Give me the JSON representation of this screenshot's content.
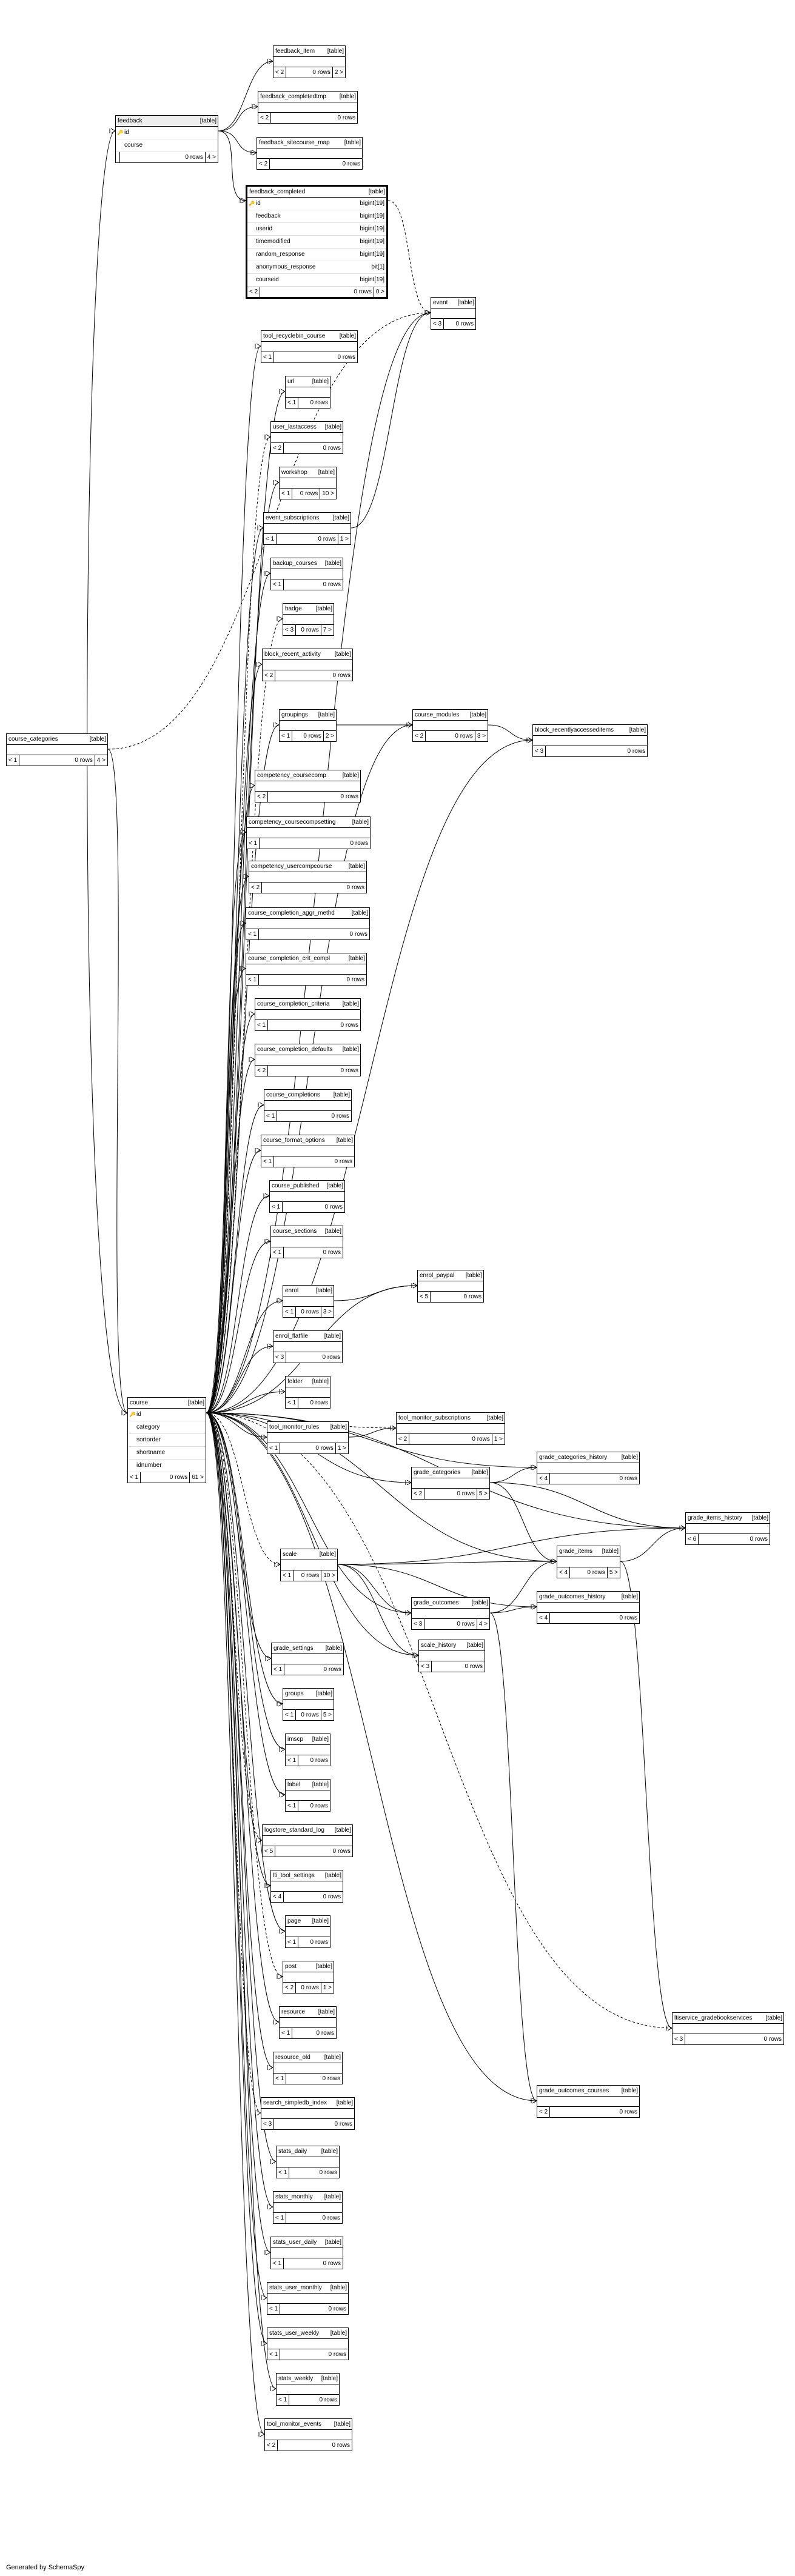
{
  "footer_text": "Generated by SchemaSpy",
  "table_tag": "[table]",
  "tables": {
    "course_categories": {
      "name": "course_categories",
      "parents": "< 1",
      "rows": "0 rows",
      "children": "4 >"
    },
    "feedback": {
      "name": "feedback",
      "parents": "",
      "rows": "0 rows",
      "children": "4 >",
      "columns": [
        {
          "name": "id",
          "key": true
        },
        {
          "name": "course",
          "key": false
        }
      ]
    },
    "feedback_item": {
      "name": "feedback_item",
      "parents": "< 2",
      "rows": "0 rows",
      "children": "2 >"
    },
    "feedback_completedtmp": {
      "name": "feedback_completedtmp",
      "parents": "< 2",
      "rows": "0 rows",
      "children": ""
    },
    "feedback_sitecourse_map": {
      "name": "feedback_sitecourse_map",
      "parents": "< 2",
      "rows": "0 rows",
      "children": ""
    },
    "feedback_completed": {
      "name": "feedback_completed",
      "parents": "< 2",
      "rows": "0 rows",
      "children": "0 >",
      "columns": [
        {
          "name": "id",
          "key": true,
          "type": "bigint[19]"
        },
        {
          "name": "feedback",
          "key": false,
          "type": "bigint[19]"
        },
        {
          "name": "userid",
          "key": false,
          "type": "bigint[19]"
        },
        {
          "name": "timemodified",
          "key": false,
          "type": "bigint[19]"
        },
        {
          "name": "random_response",
          "key": false,
          "type": "bigint[19]"
        },
        {
          "name": "anonymous_response",
          "key": false,
          "type": "bit[1]"
        },
        {
          "name": "courseid",
          "key": false,
          "type": "bigint[19]"
        }
      ]
    },
    "event": {
      "name": "event",
      "parents": "< 3",
      "rows": "0 rows",
      "children": ""
    },
    "tool_recyclebin_course": {
      "name": "tool_recyclebin_course",
      "parents": "< 1",
      "rows": "0 rows",
      "children": ""
    },
    "url": {
      "name": "url",
      "parents": "< 1",
      "rows": "0 rows",
      "children": ""
    },
    "user_lastaccess": {
      "name": "user_lastaccess",
      "parents": "< 2",
      "rows": "0 rows",
      "children": ""
    },
    "workshop": {
      "name": "workshop",
      "parents": "< 1",
      "rows": "0 rows",
      "children": "10 >"
    },
    "event_subscriptions": {
      "name": "event_subscriptions",
      "parents": "< 1",
      "rows": "0 rows",
      "children": "1 >"
    },
    "backup_courses": {
      "name": "backup_courses",
      "parents": "< 1",
      "rows": "0 rows",
      "children": ""
    },
    "badge": {
      "name": "badge",
      "parents": "< 3",
      "rows": "0 rows",
      "children": "7 >"
    },
    "block_recent_activity": {
      "name": "block_recent_activity",
      "parents": "< 2",
      "rows": "0 rows",
      "children": ""
    },
    "groupings": {
      "name": "groupings",
      "parents": "< 1",
      "rows": "0 rows",
      "children": "2 >"
    },
    "course_modules": {
      "name": "course_modules",
      "parents": "< 2",
      "rows": "0 rows",
      "children": "3 >"
    },
    "block_recentlyaccesseditems": {
      "name": "block_recentlyaccesseditems",
      "parents": "< 3",
      "rows": "0 rows",
      "children": ""
    },
    "competency_coursecomp": {
      "name": "competency_coursecomp",
      "parents": "< 2",
      "rows": "0 rows",
      "children": ""
    },
    "competency_coursecompsetting": {
      "name": "competency_coursecompsetting",
      "parents": "< 1",
      "rows": "0 rows",
      "children": ""
    },
    "competency_usercompcourse": {
      "name": "competency_usercompcourse",
      "parents": "< 2",
      "rows": "0 rows",
      "children": ""
    },
    "course_completion_aggr_methd": {
      "name": "course_completion_aggr_methd",
      "parents": "< 1",
      "rows": "0 rows",
      "children": ""
    },
    "course_completion_crit_compl": {
      "name": "course_completion_crit_compl",
      "parents": "< 1",
      "rows": "0 rows",
      "children": ""
    },
    "course_completion_criteria": {
      "name": "course_completion_criteria",
      "parents": "< 1",
      "rows": "0 rows",
      "children": ""
    },
    "course_completion_defaults": {
      "name": "course_completion_defaults",
      "parents": "< 2",
      "rows": "0 rows",
      "children": ""
    },
    "course_completions": {
      "name": "course_completions",
      "parents": "< 1",
      "rows": "0 rows",
      "children": ""
    },
    "course_format_options": {
      "name": "course_format_options",
      "parents": "< 1",
      "rows": "0 rows",
      "children": ""
    },
    "course_published": {
      "name": "course_published",
      "parents": "< 1",
      "rows": "0 rows",
      "children": ""
    },
    "course_sections": {
      "name": "course_sections",
      "parents": "< 1",
      "rows": "0 rows",
      "children": ""
    },
    "enrol_paypal": {
      "name": "enrol_paypal",
      "parents": "< 5",
      "rows": "0 rows",
      "children": ""
    },
    "enrol": {
      "name": "enrol",
      "parents": "< 1",
      "rows": "0 rows",
      "children": "3 >"
    },
    "enrol_flatfile": {
      "name": "enrol_flatfile",
      "parents": "< 3",
      "rows": "0 rows",
      "children": ""
    },
    "course": {
      "name": "course",
      "parents": "< 1",
      "rows": "0 rows",
      "children": "61 >",
      "columns": [
        {
          "name": "id",
          "key": true
        },
        {
          "name": "category",
          "key": false
        },
        {
          "name": "sortorder",
          "key": false
        },
        {
          "name": "shortname",
          "key": false
        },
        {
          "name": "idnumber",
          "key": false
        }
      ]
    },
    "folder": {
      "name": "folder",
      "parents": "< 1",
      "rows": "0 rows",
      "children": ""
    },
    "tool_monitor_rules": {
      "name": "tool_monitor_rules",
      "parents": "< 1",
      "rows": "0 rows",
      "children": "1 >"
    },
    "tool_monitor_subscriptions": {
      "name": "tool_monitor_subscriptions",
      "parents": "< 2",
      "rows": "0 rows",
      "children": "1 >"
    },
    "grade_categories": {
      "name": "grade_categories",
      "parents": "< 2",
      "rows": "0 rows",
      "children": "5 >"
    },
    "grade_categories_history": {
      "name": "grade_categories_history",
      "parents": "< 4",
      "rows": "0 rows",
      "children": ""
    },
    "grade_items_history": {
      "name": "grade_items_history",
      "parents": "< 6",
      "rows": "0 rows",
      "children": ""
    },
    "scale": {
      "name": "scale",
      "parents": "< 1",
      "rows": "0 rows",
      "children": "10 >"
    },
    "grade_items": {
      "name": "grade_items",
      "parents": "< 4",
      "rows": "0 rows",
      "children": "5 >"
    },
    "grade_outcomes": {
      "name": "grade_outcomes",
      "parents": "< 3",
      "rows": "0 rows",
      "children": "4 >"
    },
    "grade_outcomes_history": {
      "name": "grade_outcomes_history",
      "parents": "< 4",
      "rows": "0 rows",
      "children": ""
    },
    "scale_history": {
      "name": "scale_history",
      "parents": "< 3",
      "rows": "0 rows",
      "children": ""
    },
    "grade_settings": {
      "name": "grade_settings",
      "parents": "< 1",
      "rows": "0 rows",
      "children": ""
    },
    "groups": {
      "name": "groups",
      "parents": "< 1",
      "rows": "0 rows",
      "children": "5 >"
    },
    "imscp": {
      "name": "imscp",
      "parents": "< 1",
      "rows": "0 rows",
      "children": ""
    },
    "label": {
      "name": "label",
      "parents": "< 1",
      "rows": "0 rows",
      "children": ""
    },
    "logstore_standard_log": {
      "name": "logstore_standard_log",
      "parents": "< 5",
      "rows": "0 rows",
      "children": ""
    },
    "lti_tool_settings": {
      "name": "lti_tool_settings",
      "parents": "< 4",
      "rows": "0 rows",
      "children": ""
    },
    "page": {
      "name": "page",
      "parents": "< 1",
      "rows": "0 rows",
      "children": ""
    },
    "post": {
      "name": "post",
      "parents": "< 2",
      "rows": "0 rows",
      "children": "1 >"
    },
    "resource": {
      "name": "resource",
      "parents": "< 1",
      "rows": "0 rows",
      "children": ""
    },
    "resource_old": {
      "name": "resource_old",
      "parents": "< 1",
      "rows": "0 rows",
      "children": ""
    },
    "ltiservice_gradebookservices": {
      "name": "ltiservice_gradebookservices",
      "parents": "< 3",
      "rows": "0 rows",
      "children": ""
    },
    "grade_outcomes_courses": {
      "name": "grade_outcomes_courses",
      "parents": "< 2",
      "rows": "0 rows",
      "children": ""
    },
    "search_simpledb_index": {
      "name": "search_simpledb_index",
      "parents": "< 3",
      "rows": "0 rows",
      "children": ""
    },
    "stats_daily": {
      "name": "stats_daily",
      "parents": "< 1",
      "rows": "0 rows",
      "children": ""
    },
    "stats_monthly": {
      "name": "stats_monthly",
      "parents": "< 1",
      "rows": "0 rows",
      "children": ""
    },
    "stats_user_daily": {
      "name": "stats_user_daily",
      "parents": "< 1",
      "rows": "0 rows",
      "children": ""
    },
    "stats_user_monthly": {
      "name": "stats_user_monthly",
      "parents": "< 1",
      "rows": "0 rows",
      "children": ""
    },
    "stats_user_weekly": {
      "name": "stats_user_weekly",
      "parents": "< 1",
      "rows": "0 rows",
      "children": ""
    },
    "stats_weekly": {
      "name": "stats_weekly",
      "parents": "< 1",
      "rows": "0 rows",
      "children": ""
    },
    "tool_monitor_events": {
      "name": "tool_monitor_events",
      "parents": "< 2",
      "rows": "0 rows",
      "children": ""
    }
  },
  "relationships": [
    {
      "from": "course_categories",
      "to": "course",
      "implied": false
    },
    {
      "from": "course_categories",
      "to": "event",
      "implied": true
    },
    {
      "from": "feedback",
      "to": "feedback_item",
      "implied": false
    },
    {
      "from": "feedback",
      "to": "feedback_completedtmp",
      "implied": false
    },
    {
      "from": "feedback",
      "to": "feedback_sitecourse_map",
      "implied": false
    },
    {
      "from": "feedback",
      "to": "feedback_completed",
      "implied": false
    },
    {
      "from": "feedback_completed",
      "to": "event",
      "implied": true
    },
    {
      "from": "course",
      "to": "event",
      "implied": false
    },
    {
      "from": "course",
      "to": "feedback",
      "implied": false
    },
    {
      "from": "course",
      "to": "tool_recyclebin_course",
      "implied": false
    },
    {
      "from": "course",
      "to": "url",
      "implied": false
    },
    {
      "from": "course",
      "to": "user_lastaccess",
      "implied": true
    },
    {
      "from": "course",
      "to": "workshop",
      "implied": false
    },
    {
      "from": "course",
      "to": "event_subscriptions",
      "implied": false
    },
    {
      "from": "course",
      "to": "backup_courses",
      "implied": false
    },
    {
      "from": "course",
      "to": "badge",
      "implied": true
    },
    {
      "from": "course",
      "to": "block_recent_activity",
      "implied": false
    },
    {
      "from": "course",
      "to": "groupings",
      "implied": false
    },
    {
      "from": "course",
      "to": "course_modules",
      "implied": false
    },
    {
      "from": "course",
      "to": "block_recentlyaccesseditems",
      "implied": false
    },
    {
      "from": "course",
      "to": "competency_coursecomp",
      "implied": false
    },
    {
      "from": "course",
      "to": "competency_coursecompsetting",
      "implied": false
    },
    {
      "from": "course",
      "to": "competency_usercompcourse",
      "implied": false
    },
    {
      "from": "course",
      "to": "course_completion_aggr_methd",
      "implied": false
    },
    {
      "from": "course",
      "to": "course_completion_crit_compl",
      "implied": false
    },
    {
      "from": "course",
      "to": "course_completion_criteria",
      "implied": false
    },
    {
      "from": "course",
      "to": "course_completion_defaults",
      "implied": false
    },
    {
      "from": "course",
      "to": "course_completions",
      "implied": false
    },
    {
      "from": "course",
      "to": "course_format_options",
      "implied": false
    },
    {
      "from": "course",
      "to": "course_published",
      "implied": false
    },
    {
      "from": "course",
      "to": "course_sections",
      "implied": false
    },
    {
      "from": "course",
      "to": "enrol_paypal",
      "implied": false
    },
    {
      "from": "course",
      "to": "enrol",
      "implied": false
    },
    {
      "from": "course",
      "to": "enrol_flatfile",
      "implied": false
    },
    {
      "from": "course",
      "to": "folder",
      "implied": false
    },
    {
      "from": "course",
      "to": "tool_monitor_rules",
      "implied": false
    },
    {
      "from": "course",
      "to": "tool_monitor_subscriptions",
      "implied": true
    },
    {
      "from": "course",
      "to": "grade_categories",
      "implied": false
    },
    {
      "from": "course",
      "to": "grade_categories_history",
      "implied": false
    },
    {
      "from": "course",
      "to": "grade_items_history",
      "implied": false
    },
    {
      "from": "course",
      "to": "scale",
      "implied": true
    },
    {
      "from": "course",
      "to": "grade_items",
      "implied": false
    },
    {
      "from": "course",
      "to": "grade_outcomes",
      "implied": false
    },
    {
      "from": "course",
      "to": "scale_history",
      "implied": false
    },
    {
      "from": "course",
      "to": "grade_settings",
      "implied": false
    },
    {
      "from": "course",
      "to": "groups",
      "implied": false
    },
    {
      "from": "course",
      "to": "imscp",
      "implied": false
    },
    {
      "from": "course",
      "to": "label",
      "implied": false
    },
    {
      "from": "course",
      "to": "logstore_standard_log",
      "implied": true
    },
    {
      "from": "course",
      "to": "lti_tool_settings",
      "implied": false
    },
    {
      "from": "course",
      "to": "page",
      "implied": false
    },
    {
      "from": "course",
      "to": "post",
      "implied": true
    },
    {
      "from": "course",
      "to": "resource",
      "implied": false
    },
    {
      "from": "course",
      "to": "resource_old",
      "implied": false
    },
    {
      "from": "course",
      "to": "grade_outcomes_courses",
      "implied": false
    },
    {
      "from": "course",
      "to": "ltiservice_gradebookservices",
      "implied": true
    },
    {
      "from": "course",
      "to": "search_simpledb_index",
      "implied": true
    },
    {
      "from": "course",
      "to": "stats_daily",
      "implied": false
    },
    {
      "from": "course",
      "to": "stats_monthly",
      "implied": false
    },
    {
      "from": "course",
      "to": "stats_user_daily",
      "implied": false
    },
    {
      "from": "course",
      "to": "stats_user_monthly",
      "implied": false
    },
    {
      "from": "course",
      "to": "stats_user_weekly",
      "implied": false
    },
    {
      "from": "course",
      "to": "stats_weekly",
      "implied": false
    },
    {
      "from": "course",
      "to": "tool_monitor_events",
      "implied": false
    },
    {
      "from": "event_subscriptions",
      "to": "event",
      "implied": false
    },
    {
      "from": "groupings",
      "to": "course_modules",
      "implied": false
    },
    {
      "from": "course_modules",
      "to": "block_recentlyaccesseditems",
      "implied": false
    },
    {
      "from": "enrol",
      "to": "enrol_paypal",
      "implied": false
    },
    {
      "from": "tool_monitor_rules",
      "to": "tool_monitor_subscriptions",
      "implied": false
    },
    {
      "from": "grade_categories",
      "to": "grade_categories_history",
      "implied": false
    },
    {
      "from": "grade_categories",
      "to": "grade_items",
      "implied": false
    },
    {
      "from": "grade_categories",
      "to": "grade_items_history",
      "implied": false
    },
    {
      "from": "scale",
      "to": "grade_items",
      "implied": false
    },
    {
      "from": "scale",
      "to": "grade_items_history",
      "implied": false
    },
    {
      "from": "scale",
      "to": "grade_outcomes",
      "implied": false
    },
    {
      "from": "scale",
      "to": "grade_outcomes_history",
      "implied": false
    },
    {
      "from": "scale",
      "to": "scale_history",
      "implied": false
    },
    {
      "from": "grade_items",
      "to": "grade_items_history",
      "implied": false
    },
    {
      "from": "grade_items",
      "to": "ltiservice_gradebookservices",
      "implied": false
    },
    {
      "from": "grade_outcomes",
      "to": "grade_items",
      "implied": false
    },
    {
      "from": "grade_outcomes",
      "to": "grade_outcomes_history",
      "implied": false
    },
    {
      "from": "grade_outcomes",
      "to": "grade_outcomes_courses",
      "implied": false
    }
  ]
}
